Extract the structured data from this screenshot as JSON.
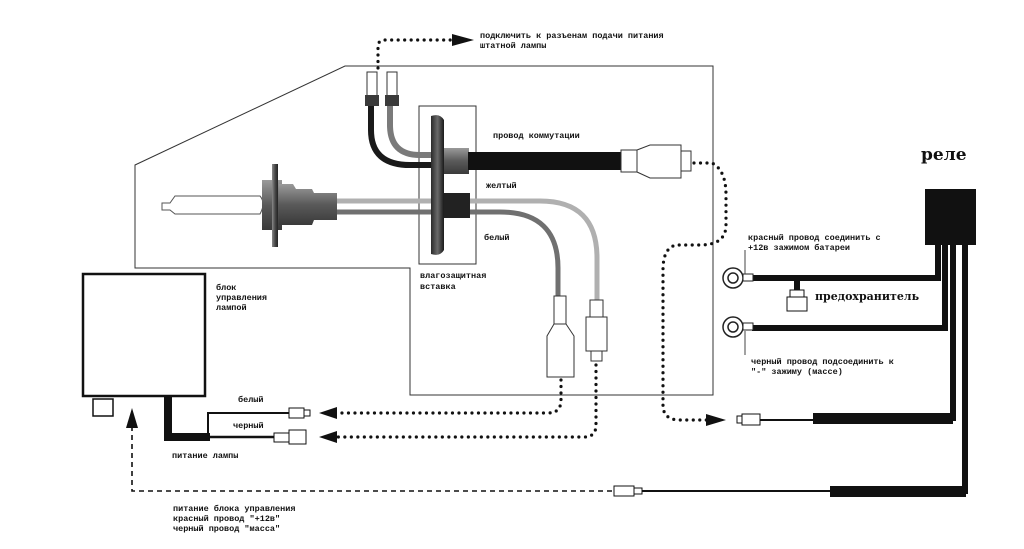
{
  "diagram": {
    "title": "Схема подключения ксеноновой лампы с реле",
    "labels": {
      "connect_stock": [
        "подключить к разъенам подачи питания",
        "штатной лампы"
      ],
      "switch_wire": "провод коммутации",
      "yellow": "желтый",
      "white": "белый",
      "waterproof_insert": [
        "влагозащитная",
        "вставка"
      ],
      "control_unit": [
        "блок",
        "управления",
        "лампой"
      ],
      "white_wire": "белый",
      "black_wire": "черный",
      "lamp_power": "питание лампы",
      "control_power": [
        "питание блока управления",
        "красный провод \"+12в\"",
        "черный провод \"масса\""
      ],
      "red_wire_note": [
        "красный провод соединить с",
        "+12в зажимом батареи"
      ],
      "fuse": "предохранитель",
      "black_wire_note": [
        "черный провод подсоединить к",
        "\"-\" зажиму (массе)"
      ],
      "relay": "реле"
    },
    "components": [
      {
        "name": "xenon-bulb",
        "icon": "bulb-icon"
      },
      {
        "name": "waterproof-insert"
      },
      {
        "name": "control-unit",
        "icon": "box-icon"
      },
      {
        "name": "relay",
        "icon": "relay-icon"
      },
      {
        "name": "fuse",
        "icon": "fuse-icon"
      },
      {
        "name": "battery-positive-terminal",
        "icon": "ring-terminal-icon"
      },
      {
        "name": "ground-terminal",
        "icon": "ring-terminal-icon"
      }
    ],
    "colors": {
      "ink": "#111111",
      "dark_grey": "#555555",
      "mid_grey": "#888888",
      "light_grey": "#b0b0b0"
    }
  }
}
